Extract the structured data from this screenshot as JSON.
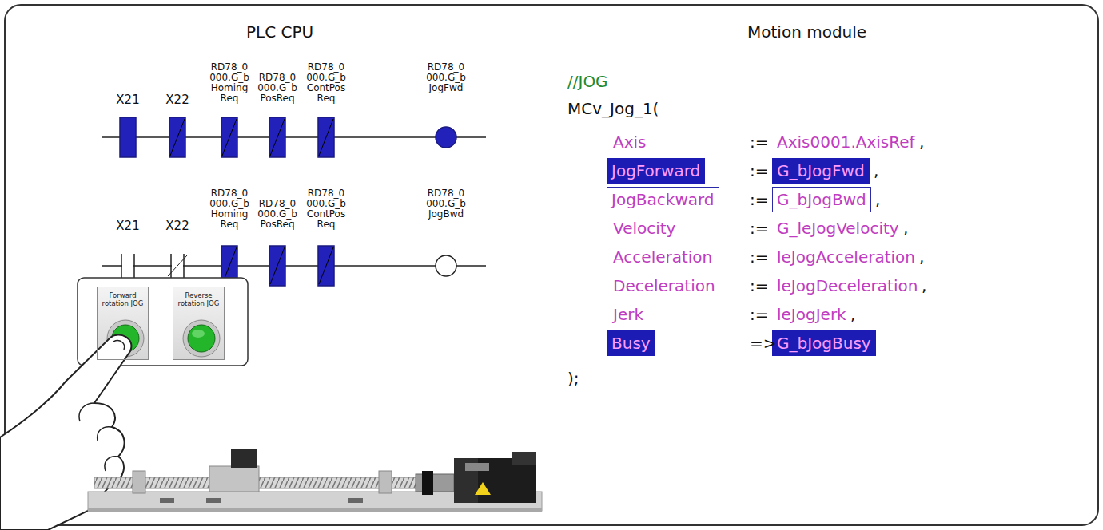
{
  "diagram": {
    "nodes": [
      {
        "text": [
          "JogForward"
        ]
      },
      {
        "text": [
          "G_bJogFwd"
        ]
      },
      {
        "text": [
          "JogBackward"
        ]
      },
      {
        "text": [
          "G_bJogBwd"
        ]
      },
      {
        "text": [
          "Busy"
        ]
      },
      {
        "text": [
          "G_bJogBusy"
        ]
      },
      {
        "text": [
          "Forward rotation JOG"
        ]
      },
      {
        "text": [
          "Reverse rotation JOG"
        ]
      }
    ],
    "edges": [],
    "labels": [
      "PLC CPU",
      "Motion module",
      "X21",
      "X22",
      "RD78_0 000.G_b Homing Req",
      "RD78_0 000.G_b PosReq",
      "RD78_0 000.G_b ContPos Req",
      "RD78_0 000.G_b JogFwd",
      "X21",
      "X22",
      "RD78_0 000.G_b Homing Req",
      "RD78_0 000.G_b PosReq",
      "RD78_0 000.G_b ContPos Req",
      "RD78_0 000.G_b JogBwd",
      "//JOG",
      "MCv_Jog_1(",
      "Axis",
      ":=",
      "Axis0001.AxisRef",
      ",",
      ":=",
      ",",
      ":=",
      ",",
      "Velocity",
      ":=",
      "G_leJogVelocity",
      ",",
      "Acceleration",
      ":=",
      "leJogAcceleration",
      ",",
      "Deceleration",
      ":=",
      "leJogDeceleration",
      ",",
      "Jerk",
      ":=",
      "leJogJerk",
      ",",
      "=>",
      ");"
    ]
  }
}
